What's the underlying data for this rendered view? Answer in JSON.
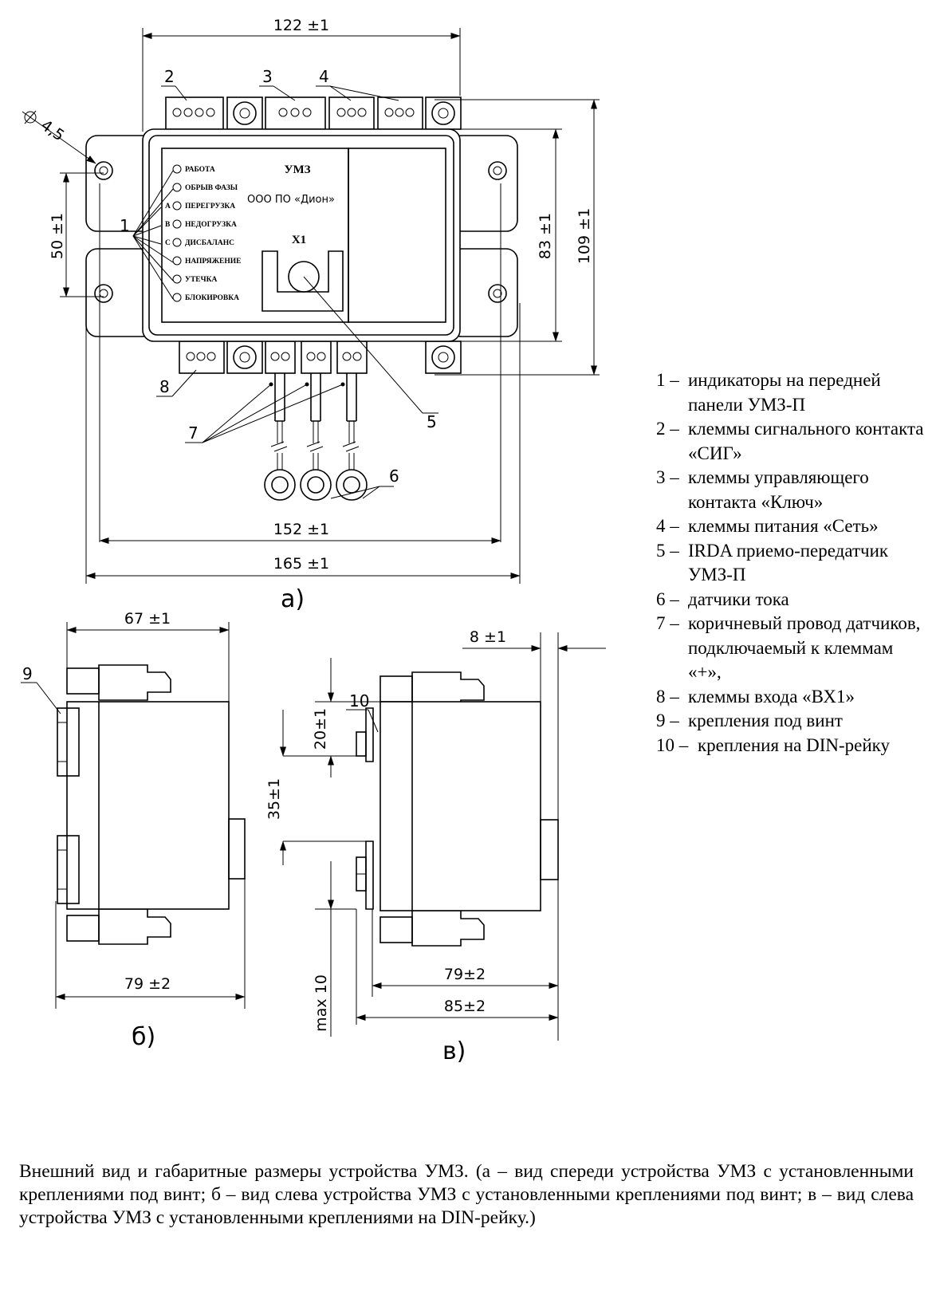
{
  "figure": {
    "front_view": {
      "label": "а)",
      "dimensions": {
        "width_top": "122 ±1",
        "hole": "4,5",
        "hole_spacing": "50 ±1",
        "height_body": "83 ±1",
        "height_total": "109 ±1",
        "width_holes": "152 ±1",
        "width_total": "165 ±1"
      },
      "panel": {
        "title": "УМЗ",
        "maker": "ООО ПО «Дион»",
        "port": "X1",
        "indicators": [
          {
            "prefix": "",
            "text": "РАБОТА"
          },
          {
            "prefix": "",
            "text": "ОБРЫВ ФАЗЫ"
          },
          {
            "prefix": "A",
            "text": "ПЕРЕГРУЗКА"
          },
          {
            "prefix": "B",
            "text": "НЕДОГРУЗКА"
          },
          {
            "prefix": "C",
            "text": "ДИСБАЛАНС"
          },
          {
            "prefix": "",
            "text": "НАПРЯЖЕНИЕ"
          },
          {
            "prefix": "",
            "text": "УТЕЧКА"
          },
          {
            "prefix": "",
            "text": "БЛОКИРОВКА"
          }
        ]
      },
      "callouts": {
        "c1": "1",
        "c2": "2",
        "c3": "3",
        "c4": "4",
        "c5": "5",
        "c6": "6",
        "c7": "7",
        "c8": "8"
      }
    },
    "left_view_screw": {
      "label": "б)",
      "dimensions": {
        "depth_top": "67 ±1",
        "depth_total": "79 ±2"
      },
      "callouts": {
        "c9": "9"
      }
    },
    "left_view_din": {
      "label": "в)",
      "dimensions": {
        "offset": "8 ±1",
        "din_upper": "20±1",
        "din_rail": "35±1",
        "protrusion": "max 10",
        "depth_body": "79±2",
        "depth_total": "85±2"
      },
      "callouts": {
        "c10": "10"
      }
    }
  },
  "legend": [
    {
      "num": "1 –",
      "text": "индикаторы на передней панели УМЗ-П"
    },
    {
      "num": "2 –",
      "text": "клеммы сигнального контакта «СИГ»"
    },
    {
      "num": "3 –",
      "text": "клеммы управляющего контакта «Ключ»"
    },
    {
      "num": "4 –",
      "text": "клеммы питания «Сеть»"
    },
    {
      "num": "5 –",
      "text": "IRDA приемо-передатчик УМЗ-П"
    },
    {
      "num": "6 –",
      "text": "датчики тока"
    },
    {
      "num": "7 –",
      "text": "коричневый провод датчиков, подключаемый к клеммам «+»,"
    },
    {
      "num": "8 –",
      "text": "клеммы входа «ВХ1»"
    },
    {
      "num": "9 –",
      "text": "крепления под винт"
    },
    {
      "num": "10 –",
      "text": "крепления на DIN-рейку"
    }
  ],
  "caption": "Внешний вид и габаритные размеры устройства УМЗ. (а – вид спереди устройства УМЗ с установленными креплениями под винт; б – вид слева устройства УМЗ с установленными креплениями под винт; в – вид слева устройства УМЗ с установленными креплениями на DIN-рейку.)"
}
